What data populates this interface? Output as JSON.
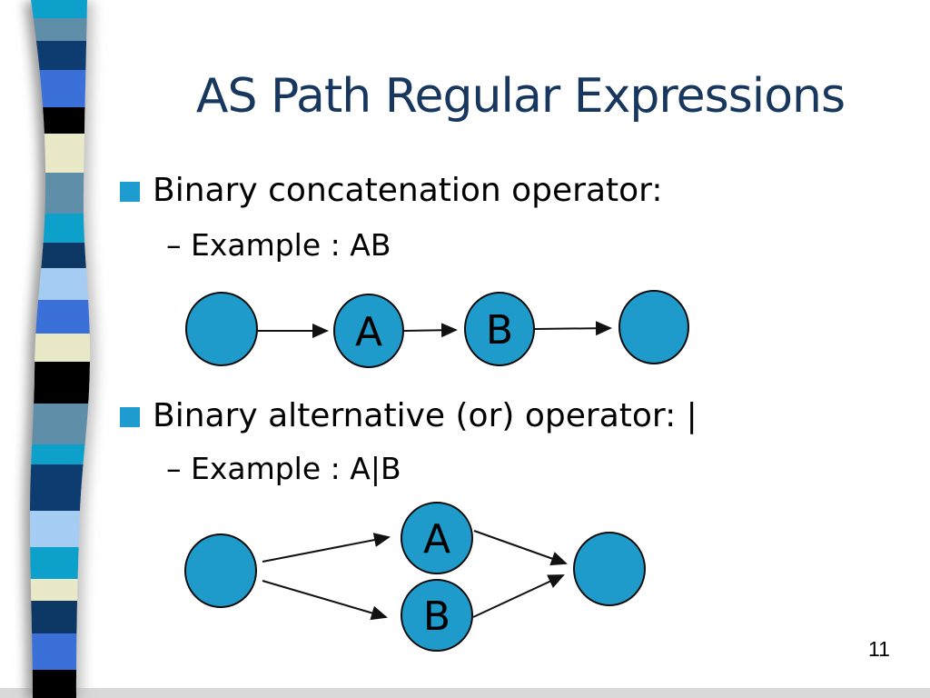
{
  "slide": {
    "title": "AS Path Regular Expressions",
    "page_number": "11",
    "bullets": [
      {
        "label": "Binary concatenation operator:",
        "sub_label": "– Example : AB"
      },
      {
        "label": "Binary alternative (or) operator: |",
        "sub_label": "– Example : A|B"
      }
    ]
  },
  "diagrams": {
    "concatenation": {
      "nodes": [
        {
          "label": ""
        },
        {
          "label": "A"
        },
        {
          "label": "B"
        },
        {
          "label": ""
        }
      ]
    },
    "alternative": {
      "nodes": [
        {
          "label": ""
        },
        {
          "label": "A"
        },
        {
          "label": "B"
        },
        {
          "label": ""
        }
      ]
    }
  },
  "colors": {
    "title": "#17375E",
    "body_text": "#000000",
    "bullet_square": "#1E9CD0",
    "node_fill": "#1E9BCB",
    "node_stroke": "#0B0B0B",
    "bottom_band": "#D9D9D9",
    "background": "#FFFFFF"
  },
  "sidebar": {
    "stripes": [
      {
        "color": "#0FA0CB"
      },
      {
        "color": "#5E8FA8"
      },
      {
        "color": "#0E3D70"
      },
      {
        "color": "#3A6FD8"
      },
      {
        "color": "#050505"
      },
      {
        "color": "#E9E9C8"
      },
      {
        "color": "#5E8FA8"
      },
      {
        "color": "#0FA0CB"
      },
      {
        "color": "#0B3765"
      },
      {
        "color": "#A5CDF4"
      },
      {
        "color": "#3A6FD8"
      },
      {
        "color": "#E9E9C8"
      },
      {
        "color": "#050505"
      },
      {
        "color": "#5E8FA8"
      },
      {
        "color": "#0FA0CB"
      },
      {
        "color": "#0E3D70"
      },
      {
        "color": "#A5CDF4"
      },
      {
        "color": "#0FA0CB"
      },
      {
        "color": "#E9E9C8"
      },
      {
        "color": "#0B3765"
      },
      {
        "color": "#3A6FD8"
      },
      {
        "color": "#050505"
      }
    ]
  }
}
